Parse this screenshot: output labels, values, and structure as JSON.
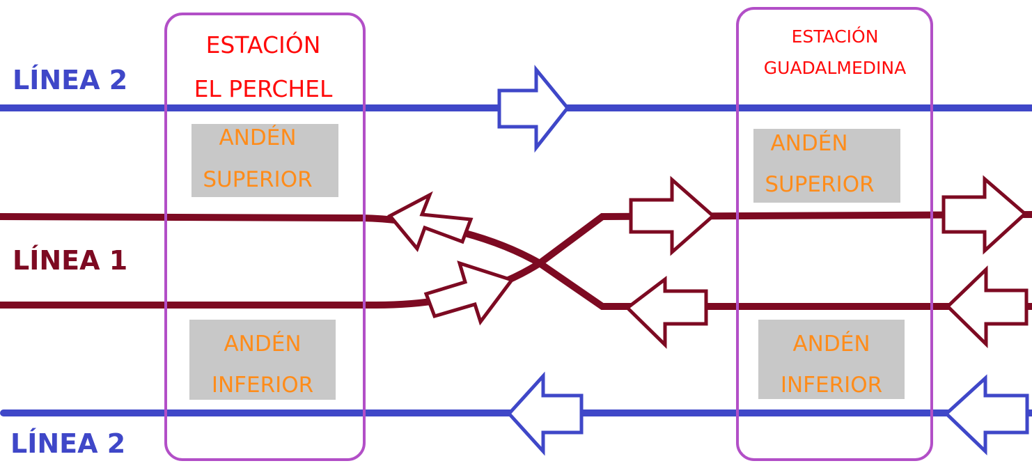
{
  "colors": {
    "line2": "#3f47c8",
    "line1": "#7d0a22",
    "station_border": "#b24fc7",
    "station_text": "#ff0a0a",
    "platform_fill": "#c8c8c8",
    "platform_text": "#ff8c1a"
  },
  "lines": {
    "line2_top": "LÍNEA 2",
    "line1": "LÍNEA 1",
    "line2_bottom": "LÍNEA 2"
  },
  "stations": {
    "el_perchel": {
      "name_line1": "ESTACIÓN",
      "name_line2": "EL PERCHEL",
      "upper_platform": {
        "line1": "ANDÉN",
        "line2": "SUPERIOR"
      },
      "lower_platform": {
        "line1": "ANDÉN",
        "line2": "INFERIOR"
      }
    },
    "guadalmedina": {
      "name_line1": "ESTACIÓN",
      "name_line2": "GUADALMEDINA",
      "upper_platform": {
        "line1": "ANDÉN",
        "line2": "SUPERIOR"
      },
      "lower_platform": {
        "line1": "ANDÉN",
        "line2": "INFERIOR"
      }
    }
  },
  "arrows": [
    {
      "name": "line2-top-arrow",
      "line": "line2",
      "direction": "right"
    },
    {
      "name": "line1-crossover-arrow-left",
      "line": "line1",
      "direction": "left"
    },
    {
      "name": "line1-crossover-arrow-right",
      "line": "line1",
      "direction": "right"
    },
    {
      "name": "line1-upper-arrow-right",
      "line": "line1",
      "direction": "right"
    },
    {
      "name": "line1-lower-arrow-left",
      "line": "line1",
      "direction": "left"
    },
    {
      "name": "line1-upper-edge-arrow-right",
      "line": "line1",
      "direction": "right"
    },
    {
      "name": "line1-lower-edge-arrow-left",
      "line": "line1",
      "direction": "left"
    },
    {
      "name": "line2-bottom-arrow-left",
      "line": "line2",
      "direction": "left"
    },
    {
      "name": "line2-bottom-edge-arrow-left",
      "line": "line2",
      "direction": "left"
    }
  ]
}
